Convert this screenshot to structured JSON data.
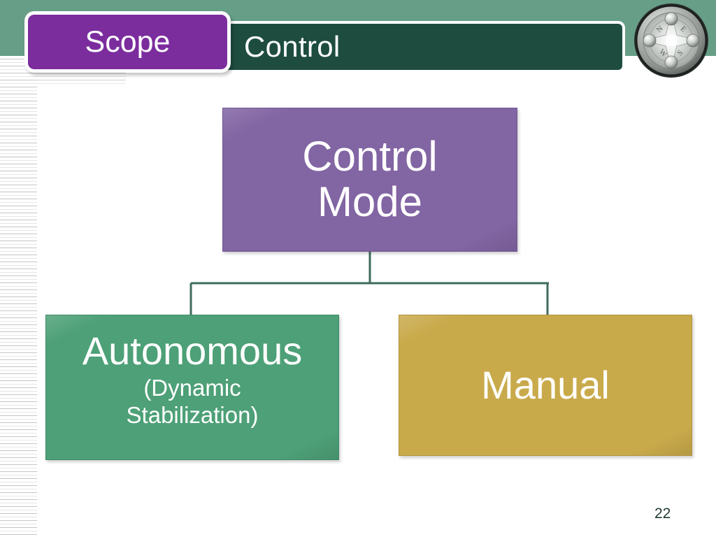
{
  "slide": {
    "page_number": "22",
    "background_color": "#FFFFFF"
  },
  "header": {
    "band_color": "#679E87",
    "title_bar_color": "#1E4D40",
    "title": "Control",
    "tab": {
      "label": "Scope",
      "color": "#7B2D9E"
    },
    "emblem": {
      "icon": "compass-rose-emblem",
      "letters": [
        "N",
        "E",
        "S",
        "W"
      ]
    }
  },
  "diagram_data": {
    "type": "tree",
    "orientation": "top-down",
    "connector_color": "#3F6B5C",
    "nodes": [
      {
        "id": "control-mode",
        "label_lines": [
          "Control",
          "Mode"
        ],
        "color": "#8265A3",
        "text_color": "#FFFFFF",
        "level": 0
      },
      {
        "id": "autonomous",
        "title": "Autonomous",
        "subtitle_lines": [
          "(Dynamic",
          "Stabilization)"
        ],
        "color": "#4DA077",
        "text_color": "#FFFFFF",
        "level": 1,
        "parent": "control-mode"
      },
      {
        "id": "manual",
        "title": "Manual",
        "color": "#C9AA4B",
        "text_color": "#FFFFFF",
        "level": 1,
        "parent": "control-mode"
      }
    ],
    "edges": [
      {
        "from": "control-mode",
        "to": "autonomous"
      },
      {
        "from": "control-mode",
        "to": "manual"
      }
    ]
  }
}
